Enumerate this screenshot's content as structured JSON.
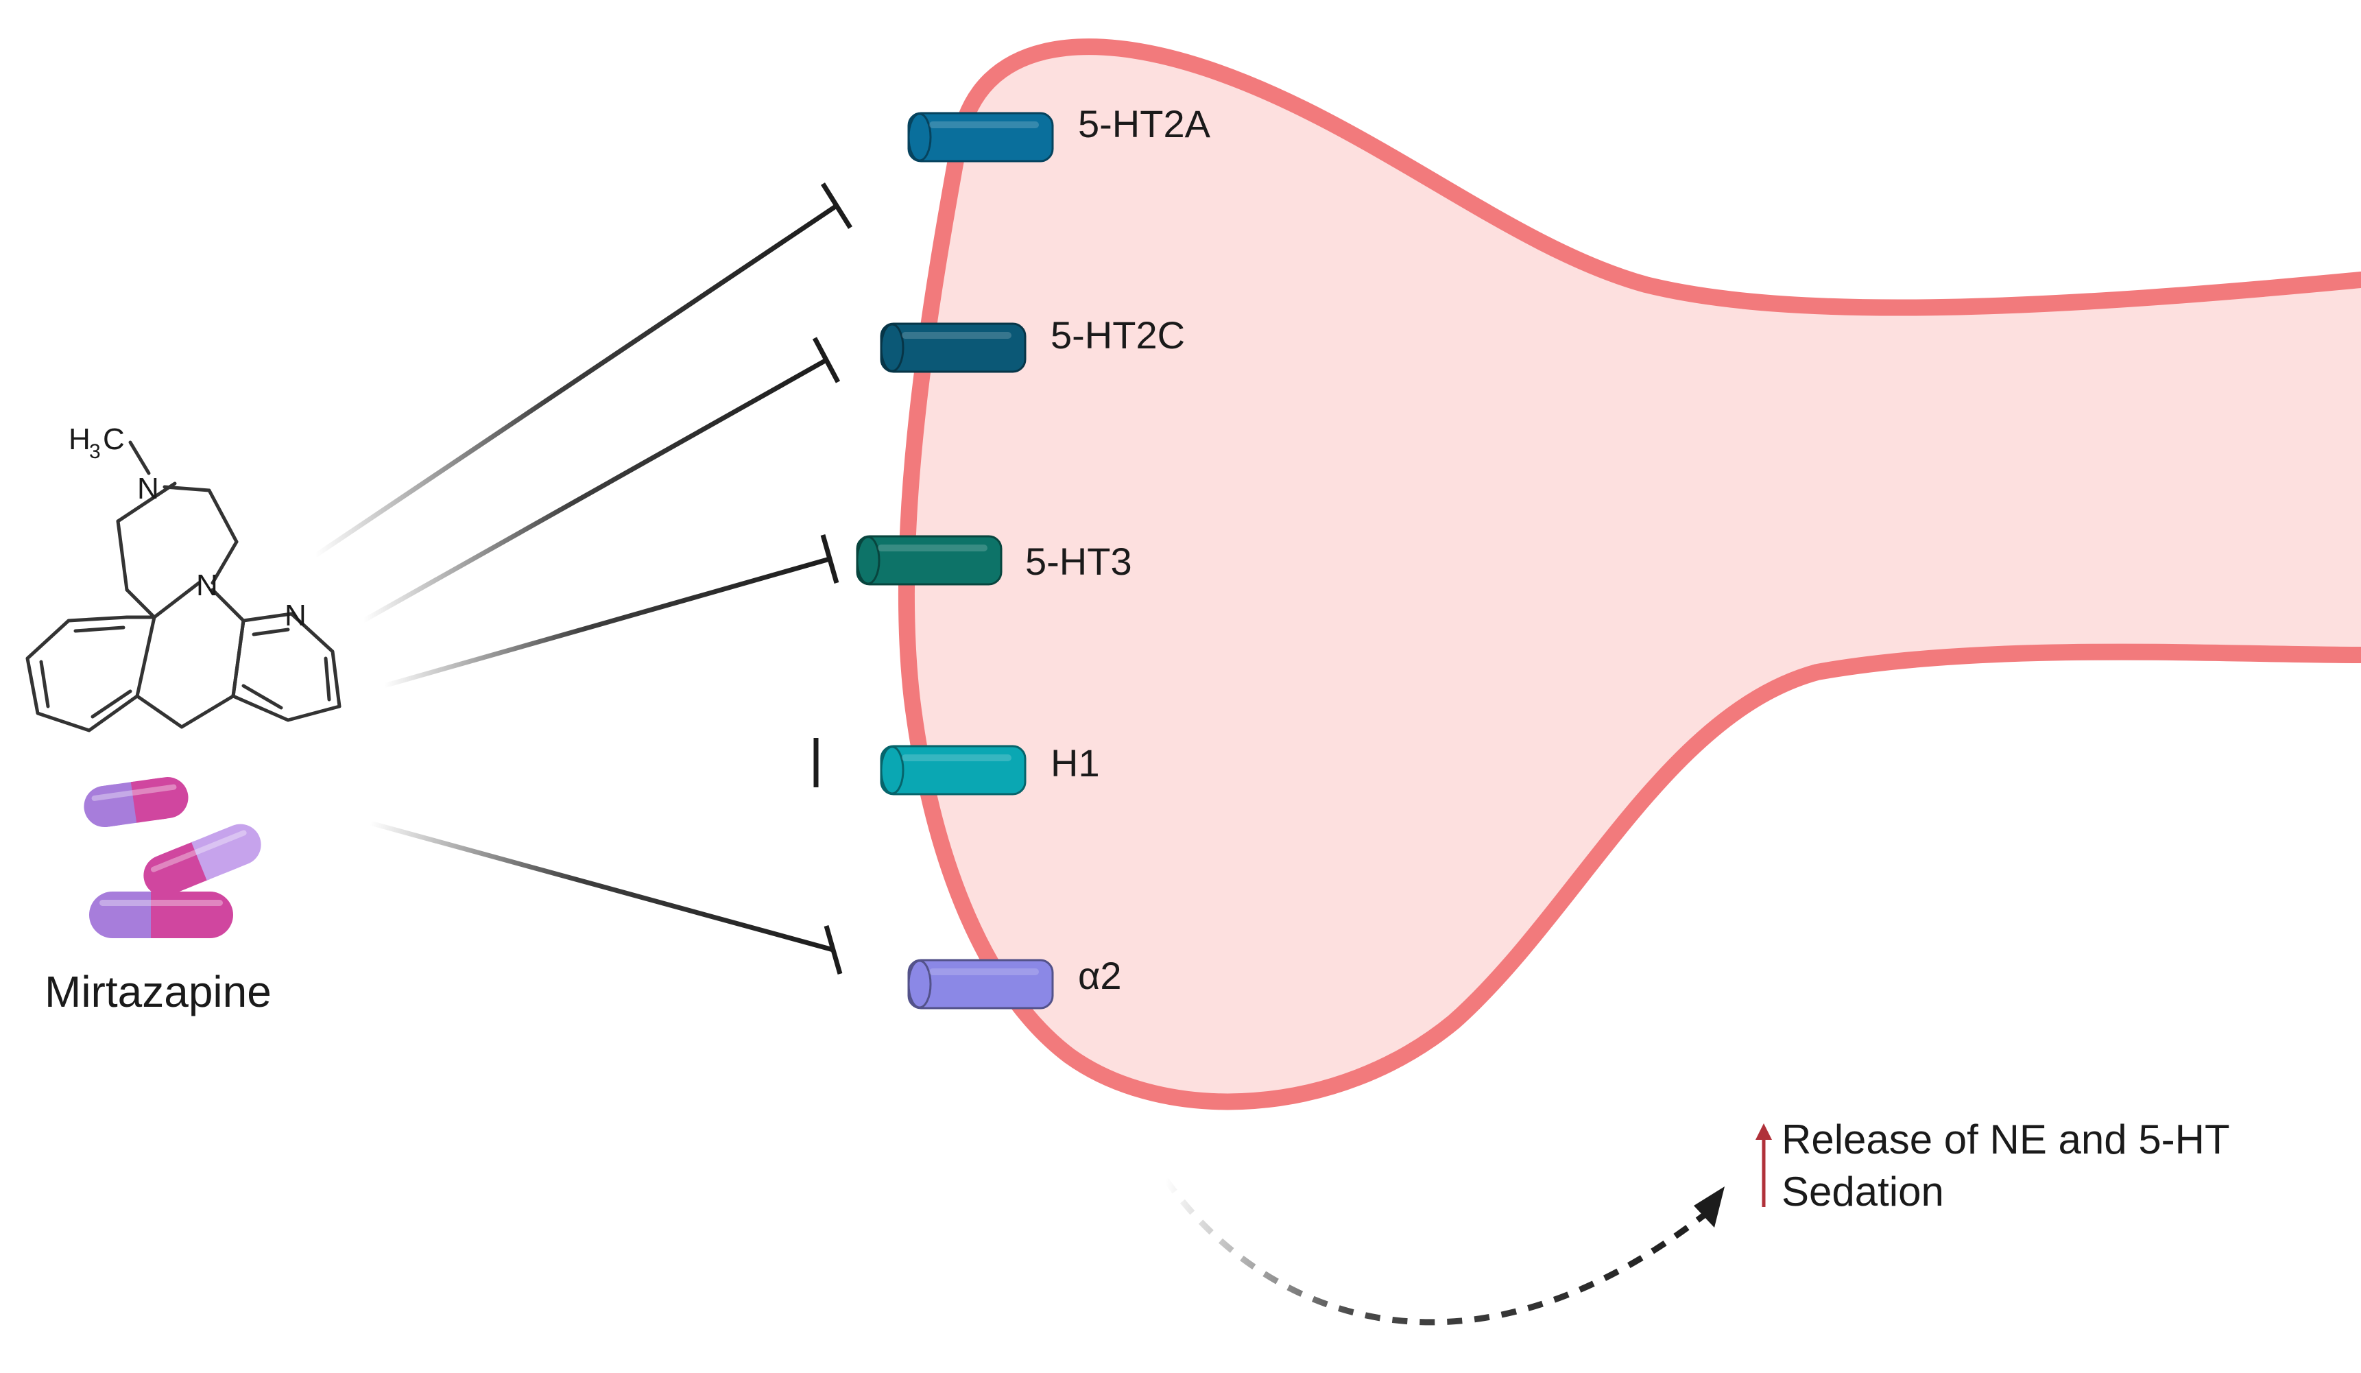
{
  "drug": {
    "name": "Mirtazapine",
    "structure_labels": {
      "methyl": "H",
      "methyl_sub": "3",
      "methyl_c": "C",
      "n_piperazine": "N",
      "n_bridge": "N",
      "n_pyridine": "N"
    }
  },
  "receptors": [
    {
      "label": "5-HT2A",
      "color": "#0a6f9c"
    },
    {
      "label": "5-HT2C",
      "color": "#0b5876"
    },
    {
      "label": "5-HT3",
      "color": "#0d7368"
    },
    {
      "label": "H1",
      "color": "#0aa7b3"
    },
    {
      "label": "α2",
      "color": "#8b88e6"
    }
  ],
  "outcomes": {
    "line1": "Release of NE and 5-HT",
    "line2": "Sedation",
    "arrow_color": "#b0313a"
  },
  "colors": {
    "neuron_fill": "#fde0df",
    "neuron_stroke": "#f27a7c",
    "capsule_purple": "#a77ddb",
    "capsule_magenta": "#d0469f"
  }
}
